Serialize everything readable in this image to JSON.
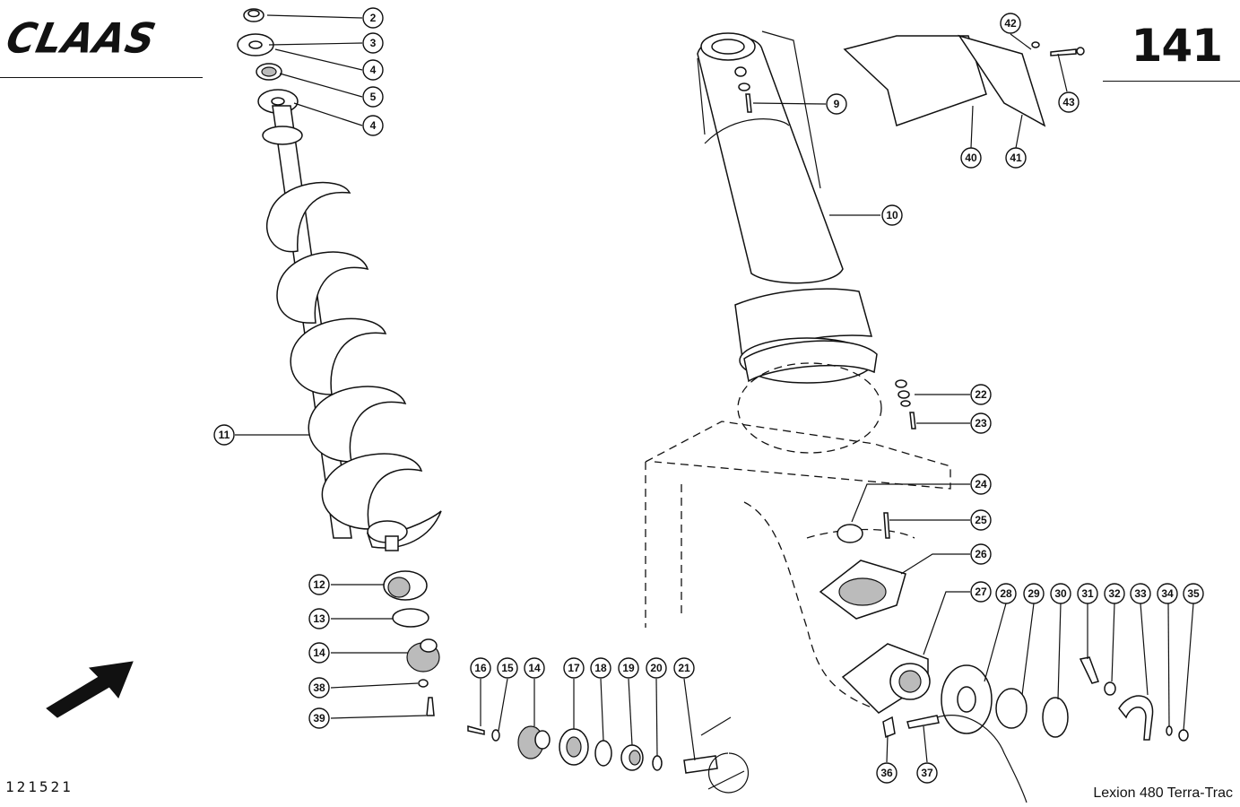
{
  "header": {
    "brand": "CLAAS",
    "page_number": "141"
  },
  "footer": {
    "drawing_number": "121521",
    "model": "Lexion 480 Terra-Trac"
  },
  "callouts": [
    {
      "id": "c2",
      "label": "2"
    },
    {
      "id": "c3",
      "label": "3"
    },
    {
      "id": "c4a",
      "label": "4"
    },
    {
      "id": "c5",
      "label": "5"
    },
    {
      "id": "c4b",
      "label": "4"
    },
    {
      "id": "c9",
      "label": "9"
    },
    {
      "id": "c10",
      "label": "10"
    },
    {
      "id": "c11",
      "label": "11"
    },
    {
      "id": "c12",
      "label": "12"
    },
    {
      "id": "c13",
      "label": "13"
    },
    {
      "id": "c14a",
      "label": "14"
    },
    {
      "id": "c38",
      "label": "38"
    },
    {
      "id": "c39",
      "label": "39"
    },
    {
      "id": "c16",
      "label": "16"
    },
    {
      "id": "c15",
      "label": "15"
    },
    {
      "id": "c14b",
      "label": "14"
    },
    {
      "id": "c17",
      "label": "17"
    },
    {
      "id": "c18",
      "label": "18"
    },
    {
      "id": "c19",
      "label": "19"
    },
    {
      "id": "c20",
      "label": "20"
    },
    {
      "id": "c21",
      "label": "21"
    },
    {
      "id": "c22",
      "label": "22"
    },
    {
      "id": "c23",
      "label": "23"
    },
    {
      "id": "c24",
      "label": "24"
    },
    {
      "id": "c25",
      "label": "25"
    },
    {
      "id": "c26",
      "label": "26"
    },
    {
      "id": "c27",
      "label": "27"
    },
    {
      "id": "c28",
      "label": "28"
    },
    {
      "id": "c29",
      "label": "29"
    },
    {
      "id": "c30",
      "label": "30"
    },
    {
      "id": "c31",
      "label": "31"
    },
    {
      "id": "c32",
      "label": "32"
    },
    {
      "id": "c33",
      "label": "33"
    },
    {
      "id": "c34",
      "label": "34"
    },
    {
      "id": "c35",
      "label": "35"
    },
    {
      "id": "c36",
      "label": "36"
    },
    {
      "id": "c37",
      "label": "37"
    },
    {
      "id": "c40",
      "label": "40"
    },
    {
      "id": "c41",
      "label": "41"
    },
    {
      "id": "c42",
      "label": "42"
    },
    {
      "id": "c43",
      "label": "43"
    }
  ]
}
